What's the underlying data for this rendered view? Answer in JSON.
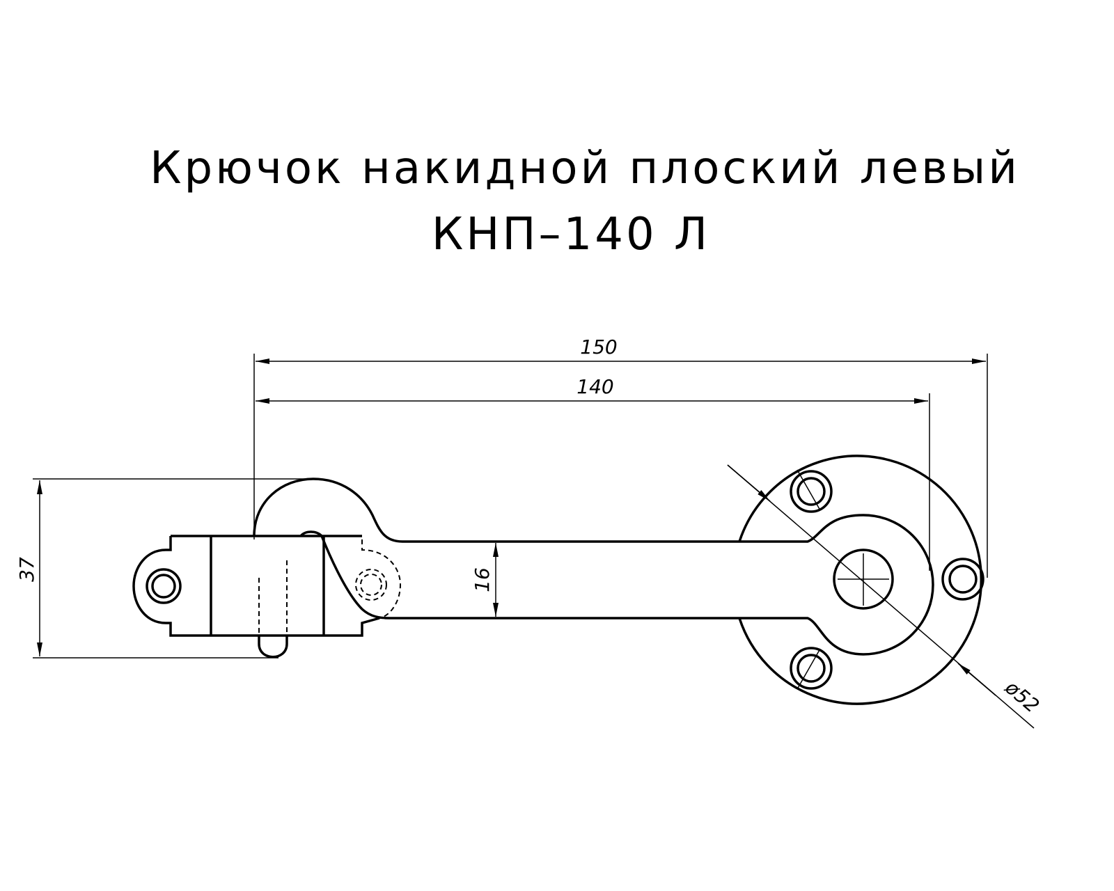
{
  "title": {
    "line1": "Крючок накидной плоский левый",
    "line2": "КНП–140 Л"
  },
  "dimensions": {
    "overall_length": "150",
    "center_length": "140",
    "height": "37",
    "bar_width": "16",
    "flange_diameter": "ø52"
  }
}
